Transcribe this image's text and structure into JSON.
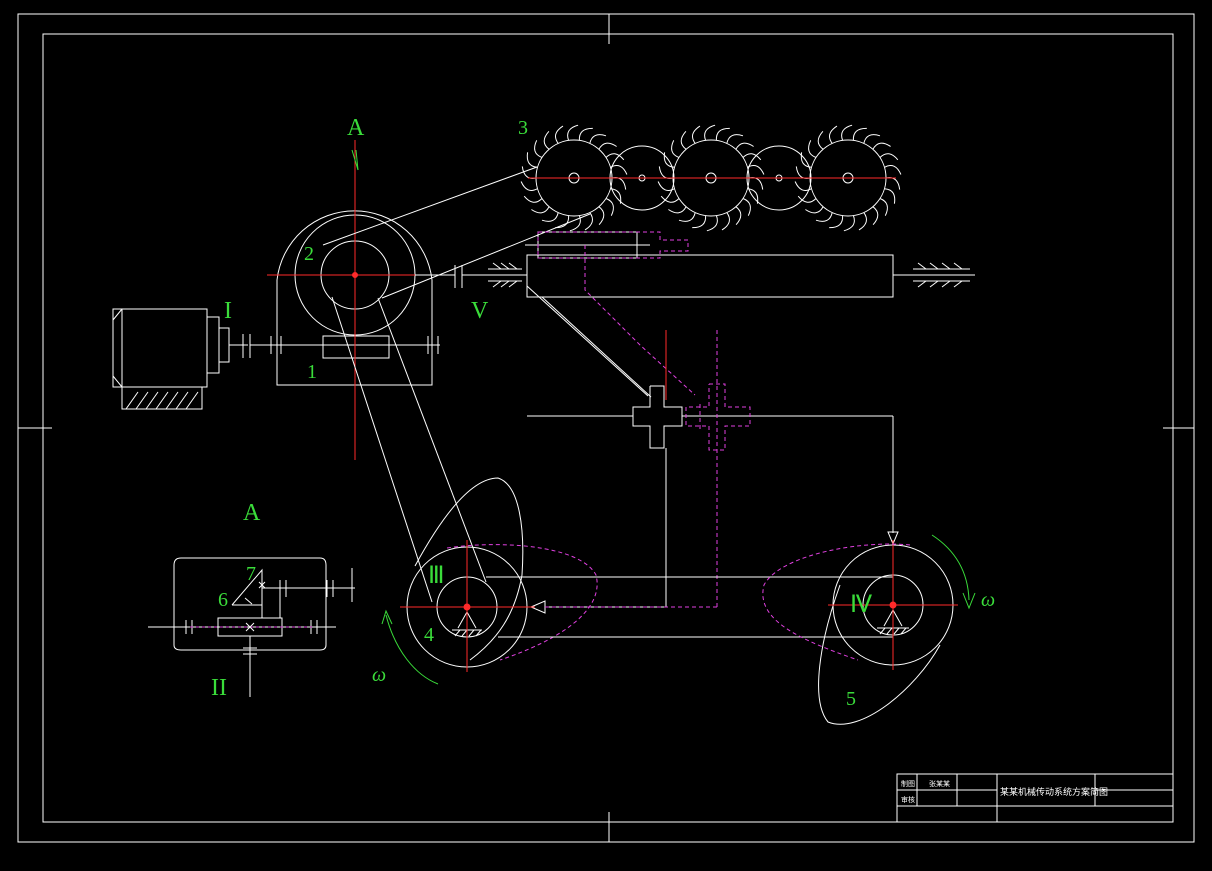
{
  "labels": {
    "numerals": {
      "I": "I",
      "II": "II",
      "III": "Ⅲ",
      "IV": "Ⅳ",
      "V": "V"
    },
    "parts": {
      "p1": "1",
      "p2": "2",
      "p3": "3",
      "p4": "4",
      "p5": "5",
      "p6": "6",
      "p7": "7"
    },
    "view": {
      "section_a": "A",
      "view_a": "A"
    },
    "omega": "ω"
  },
  "title_block": {
    "r1c1": "制图",
    "r1c2": "张某某",
    "r2c1": "审核",
    "title": "某某机械传动系统方案简图"
  },
  "colors": {
    "background": "#000000",
    "line": "#ffffff",
    "center": "#ff2a2a",
    "hidden": "#e040e0",
    "annotation": "#3adc3a"
  }
}
